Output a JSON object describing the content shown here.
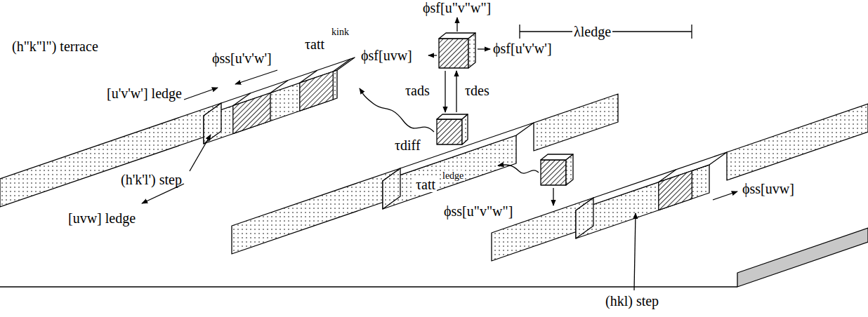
{
  "diagram": {
    "labels": [
      "ϕsf[u\"v\"w\"]",
      "ϕsf[u'v'w']",
      "ϕsf[uvw]",
      "τads",
      "τdes",
      "kink",
      "τatt",
      "λledge",
      "τdiff",
      "(h\"k\"l\") terrace",
      "ϕss[u'v'w']",
      "[u'v'w'] ledge",
      "(h'k'l') step",
      "[uvw] ledge",
      "ledge",
      "τatt",
      "ϕss[u\"v\"w\"]",
      "ϕss[uvw]",
      "(hkl) step"
    ]
  }
}
